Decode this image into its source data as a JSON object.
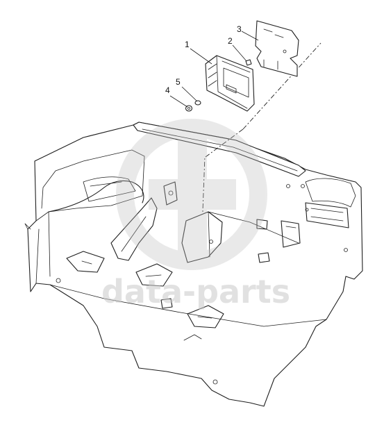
{
  "diagram": {
    "callouts": [
      {
        "id": "1",
        "label": "1"
      },
      {
        "id": "2",
        "label": "2"
      },
      {
        "id": "3",
        "label": "3"
      },
      {
        "id": "4",
        "label": "4"
      },
      {
        "id": "5",
        "label": "5"
      }
    ]
  },
  "watermark": {
    "text": "data-parts",
    "color": "#c9c9c9"
  }
}
